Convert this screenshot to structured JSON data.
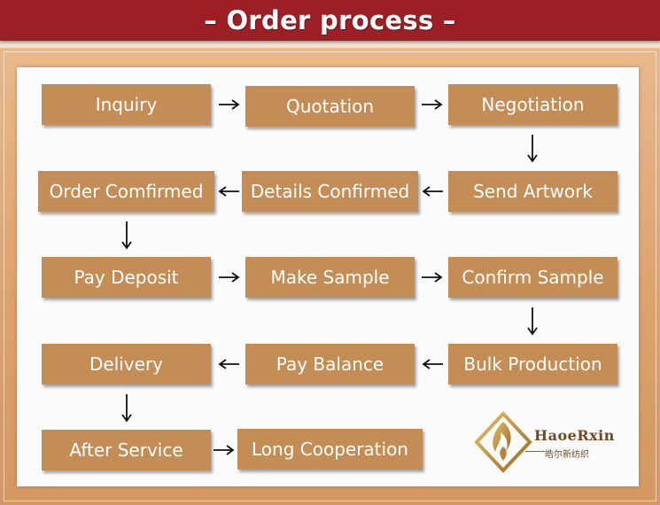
{
  "header": {
    "title": "– Order process –"
  },
  "steps": {
    "inquiry": "Inquiry",
    "quotation": "Quotation",
    "negotiation": "Negotiation",
    "order_confirmed": "Order Comfirmed",
    "details_confirmed": "Details Confirmed",
    "send_artwork": "Send Artwork",
    "pay_deposit": "Pay Deposit",
    "make_sample": "Make Sample",
    "confirm_sample": "Confirm Sample",
    "delivery": "Delivery",
    "pay_balance": "Pay Balance",
    "bulk_production": "Bulk Production",
    "after_service": "After Service",
    "long_cooperation": "Long Cooperation"
  },
  "logo": {
    "name": "HaoeRxin",
    "subtitle": "皓尔新纺织"
  },
  "colors": {
    "header": "#9c1f26",
    "step": "#c48d56",
    "frame": "#dca06b"
  }
}
